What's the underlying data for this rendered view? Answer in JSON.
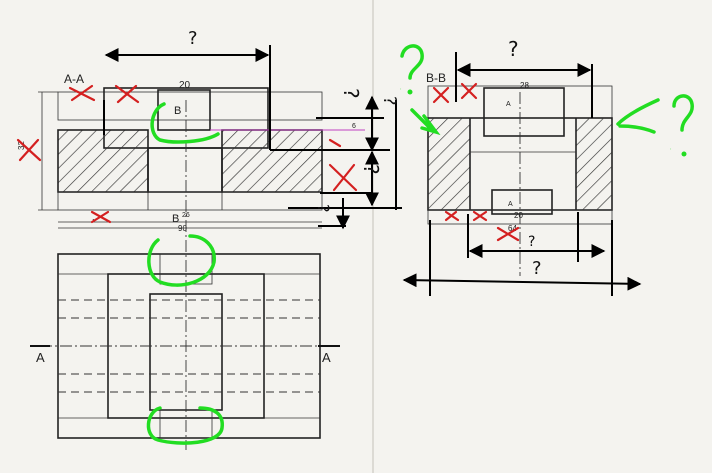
{
  "colors": {
    "paper": "#f4f3ef",
    "ink": "#222222",
    "annotation_green": "#22dd22",
    "annotation_red": "#d42020",
    "guide_magenta": "#c040c0"
  },
  "view_a": {
    "section_label": "A-A",
    "dim_top": "20",
    "dim_top_crossed": "20",
    "dim_left": "32",
    "dim_small_right": "6",
    "dim_bottom_crossed": "..",
    "center_dim": "26",
    "bottom_label": "B",
    "overall_dim": "90",
    "pocket_label": "B",
    "question_top": "?",
    "question_right_1": "?",
    "question_right_2": "?",
    "question_right_3": "?",
    "question_right_4": "?"
  },
  "view_b": {
    "section_label": "B-B",
    "dim_top": "28",
    "pocket_label_top": "A",
    "pocket_label_bottom": "A",
    "dim_bottom_inner": "20",
    "dim_bottom": "64",
    "question_top": "?",
    "question_lower": "?",
    "question_bottom": "?"
  },
  "plan_view": {
    "section_marker_left": "A",
    "section_marker_right": "A"
  },
  "green_marks": {
    "question_left": "?",
    "question_right": "?"
  },
  "icons": [
    "cross-mark-icon",
    "arrow-icon"
  ]
}
